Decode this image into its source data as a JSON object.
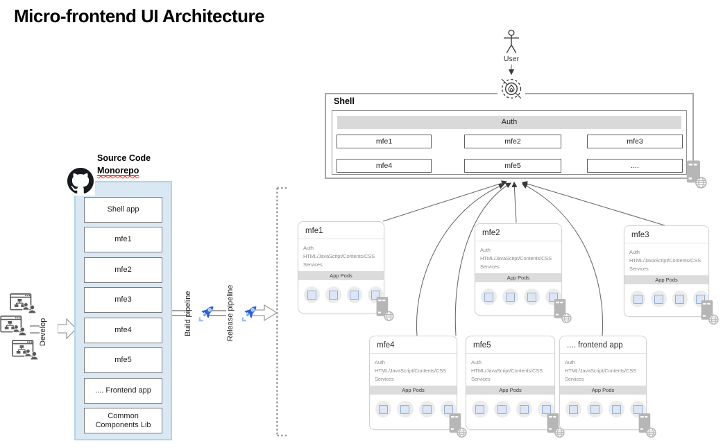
{
  "title": "Micro-frontend UI Architecture",
  "user": {
    "label": "User",
    "icon": "user-actor-icon"
  },
  "gateway": {
    "icon": "front-door-icon"
  },
  "shell": {
    "title": "Shell",
    "auth_label": "Auth",
    "cells": [
      "mfe1",
      "mfe2",
      "mfe3",
      "mfe4",
      "mfe5",
      "...."
    ],
    "host_icon": "server-globe-icon"
  },
  "monorepo": {
    "heading": [
      "Source Code",
      "Monorepo"
    ],
    "repo_icon": "github-icon",
    "items": [
      "Shell app",
      "mfe1",
      "mfe2",
      "mfe3",
      "mfe4",
      "mfe5",
      ".... Frontend app",
      "Common Components Lib"
    ]
  },
  "develop": {
    "label": "Develop",
    "team_icon": "team-window-icon"
  },
  "pipelines": {
    "build_label": "Build pipeline",
    "release_label": "Release pipeline",
    "icon": "azure-pipelines-rocket-icon"
  },
  "cards": {
    "sections": {
      "auth": "Auth",
      "stack": "HTML/JavaScript/Contents/CSS",
      "services": "Services",
      "pods_label": "App Pods"
    },
    "pods_per_card": 4,
    "host_icon": "server-globe-icon",
    "items": [
      {
        "title": "mfe1"
      },
      {
        "title": "mfe2"
      },
      {
        "title": "mfe3"
      },
      {
        "title": "mfe4"
      },
      {
        "title": "mfe5"
      },
      {
        "title": ".... frontend app"
      }
    ]
  },
  "colors": {
    "pipeline_blue": "#2b62d9",
    "monorepo_fill": "#d9e8f2",
    "monorepo_border": "#b3d4e5",
    "gray_bar": "#d9d9d9",
    "pod_circle": "#ececec",
    "pod_square_fill": "#dbe7f6",
    "pod_square_border": "#8fadd3",
    "spellcheck_red": "#ff2a2a"
  }
}
